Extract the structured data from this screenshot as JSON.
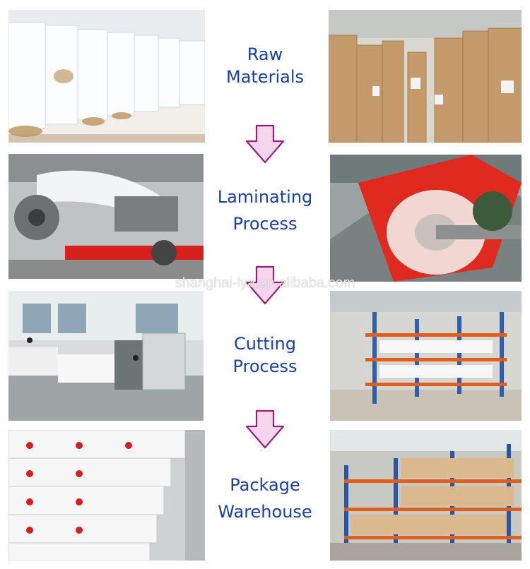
{
  "steps": [
    {
      "line1": "Raw",
      "line2": "Materials"
    },
    {
      "line1": "Laminating",
      "line2": "Process"
    },
    {
      "line1": "Cutting",
      "line2": "Process"
    },
    {
      "line1": "Package",
      "line2": "Warehouse"
    }
  ],
  "watermark": "shanghai-lya.en.alibaba.com",
  "colors": {
    "label": "#1a3fa8",
    "arrow_fill": "#f5d6ee",
    "arrow_stroke": "#9a1f7a"
  },
  "arrow_icon": "down-arrow-icon"
}
